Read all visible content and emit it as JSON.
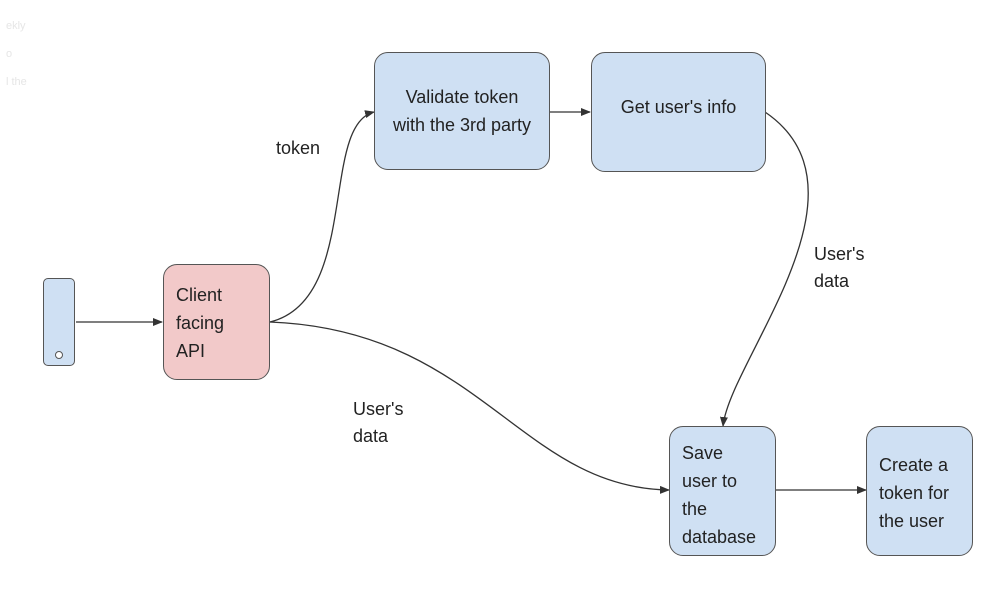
{
  "background_fragments": [
    "ekly",
    "o",
    "l the"
  ],
  "nodes": {
    "client_api": {
      "lines": [
        "Client",
        "facing",
        "API"
      ],
      "color": "#f2c9c9"
    },
    "validate": {
      "lines": [
        "Validate token",
        "with the 3rd party"
      ],
      "color": "#cfe0f3"
    },
    "get_info": {
      "lines": [
        "Get user's info"
      ],
      "color": "#cfe0f3"
    },
    "save_user": {
      "lines": [
        "Save",
        "user to",
        "the",
        "database"
      ],
      "color": "#cfe0f3"
    },
    "create_token": {
      "lines": [
        "Create a",
        "token for",
        "the user"
      ],
      "color": "#cfe0f3"
    }
  },
  "edge_labels": {
    "token": "token",
    "users_data_right": [
      "User's",
      "data"
    ],
    "users_data_bottom": [
      "User's",
      "data"
    ]
  }
}
